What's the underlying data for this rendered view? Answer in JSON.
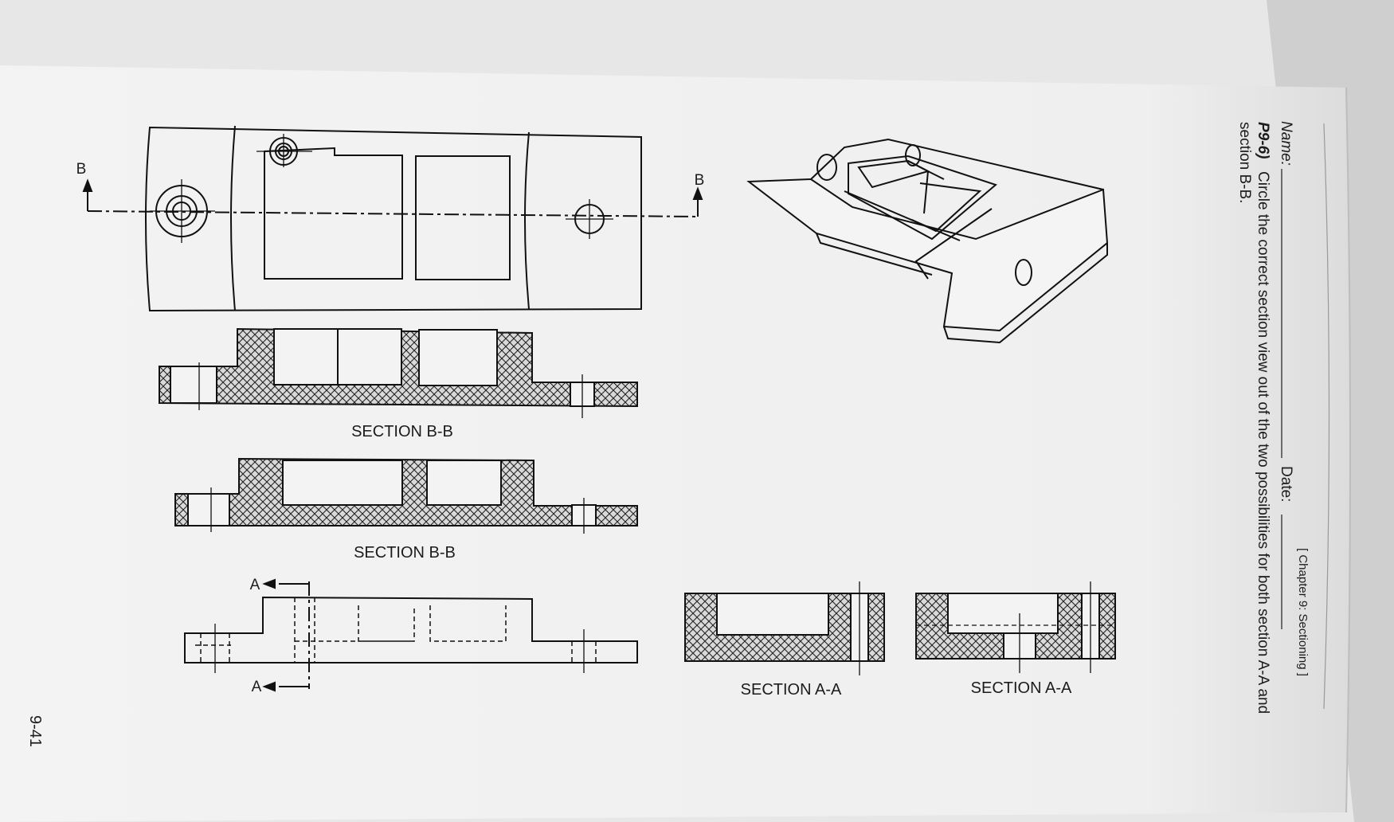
{
  "header": {
    "chapter": "[ Chapter 9:  Sectioning ]",
    "name_label": "Name:",
    "date_label": "Date:"
  },
  "problem": {
    "number": "P9-6)",
    "line1": "Circle the correct section view out of the two possibilities for both section A-A and",
    "line2": "section B-B."
  },
  "labels": {
    "section_bb": "SECTION  B-B",
    "section_aa": "SECTION  A-A",
    "cut_b": "B",
    "cut_a": "A"
  },
  "footer": {
    "page_number": "9-41"
  }
}
